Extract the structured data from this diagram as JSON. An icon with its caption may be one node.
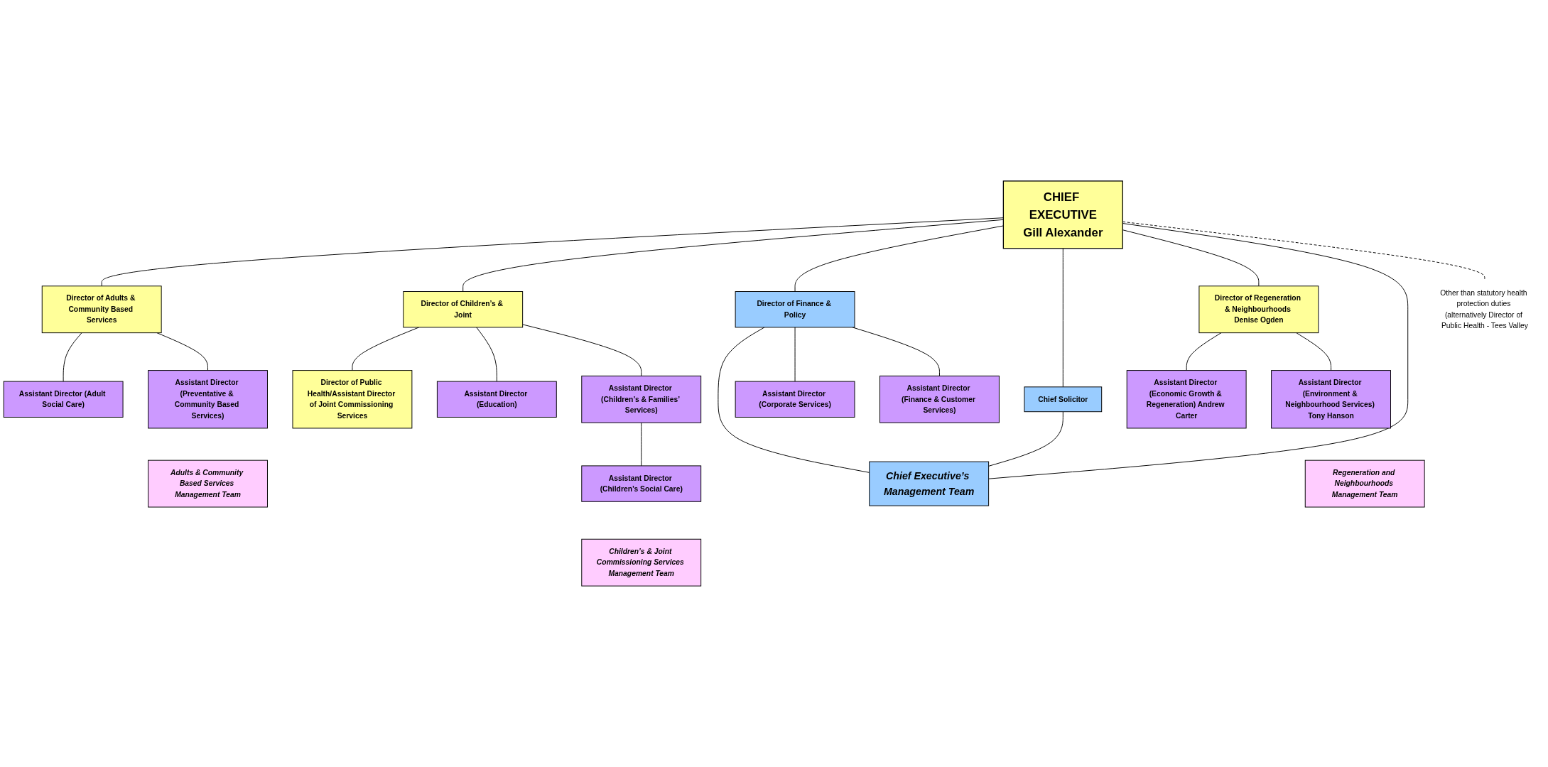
{
  "diagram": {
    "nodes": [
      {
        "text": [
          "CHIEF EXECUTIVE",
          "Gill Alexander"
        ]
      },
      {
        "text": [
          "Director of Adults & Community Based Services"
        ]
      },
      {
        "text": [
          "Director of Children’s & Joint"
        ]
      },
      {
        "text": [
          "Director of Finance & Policy"
        ]
      },
      {
        "text": [
          "Chief Solicitor"
        ]
      },
      {
        "text": [
          "Director of Regeneration & Neighbourhoods Denise Ogden"
        ]
      },
      {
        "text": [
          "Chief Executive’s Management Team"
        ]
      },
      {
        "text": [
          "Director of Public Health/Assistant Director of Joint Commissioning Services"
        ]
      },
      {
        "text": [
          "Assistant Director (Adult Social Care)"
        ]
      },
      {
        "text": [
          "Assistant Director (Preventative & Community Based Services)"
        ]
      },
      {
        "text": [
          "Assistant Director (Education)"
        ]
      },
      {
        "text": [
          "Assistant Director (Children’s & Families’ Services)"
        ]
      },
      {
        "text": [
          "Assistant Director (Children’s Social Care)"
        ]
      },
      {
        "text": [
          "Assistant Director (Corporate Services)"
        ]
      },
      {
        "text": [
          "Assistant Director (Finance & Customer Services)"
        ]
      },
      {
        "text": [
          "Assistant Director (Economic Growth & Regeneration) Andrew Carter"
        ]
      },
      {
        "text": [
          "Assistant Director (Environment & Neighbourhood Services) Tony Hanson"
        ]
      },
      {
        "text": [
          "Other than statutory health protection duties (alternatively Director of Public Health - Tees Valley"
        ]
      },
      {
        "text": [
          "Adults & Community Based Services Management Team"
        ]
      },
      {
        "text": [
          "Children’s & Joint Commissioning Services Management Team"
        ]
      },
      {
        "text": [
          "Regeneration and Neighbourhoods Management Team"
        ]
      }
    ],
    "edges": [
      {
        "from": 0,
        "to": 1,
        "arrow": "none"
      },
      {
        "from": 0,
        "to": 2,
        "arrow": "none"
      },
      {
        "from": 0,
        "to": 3,
        "arrow": "none"
      },
      {
        "from": 0,
        "to": 4,
        "arrow": "none"
      },
      {
        "from": 0,
        "to": 5,
        "arrow": "none"
      },
      {
        "from": 0,
        "to": 6,
        "arrow": "none"
      },
      {
        "from": 3,
        "to": 6,
        "arrow": "none"
      },
      {
        "from": 4,
        "to": 6,
        "arrow": "none"
      },
      {
        "from": 2,
        "to": 7,
        "arrow": "none"
      },
      {
        "from": 1,
        "to": 8,
        "arrow": "none"
      },
      {
        "from": 1,
        "to": 9,
        "arrow": "none"
      },
      {
        "from": 2,
        "to": 10,
        "arrow": "none"
      },
      {
        "from": 2,
        "to": 11,
        "arrow": "none"
      },
      {
        "from": 11,
        "to": 12,
        "arrow": "none"
      },
      {
        "from": 3,
        "to": 13,
        "arrow": "none"
      },
      {
        "from": 3,
        "to": 14,
        "arrow": "none"
      },
      {
        "from": 5,
        "to": 15,
        "arrow": "none"
      },
      {
        "from": 5,
        "to": 16,
        "arrow": "none"
      },
      {
        "from": 0,
        "to": 17,
        "arrow": "none",
        "style": "dashed"
      }
    ]
  }
}
